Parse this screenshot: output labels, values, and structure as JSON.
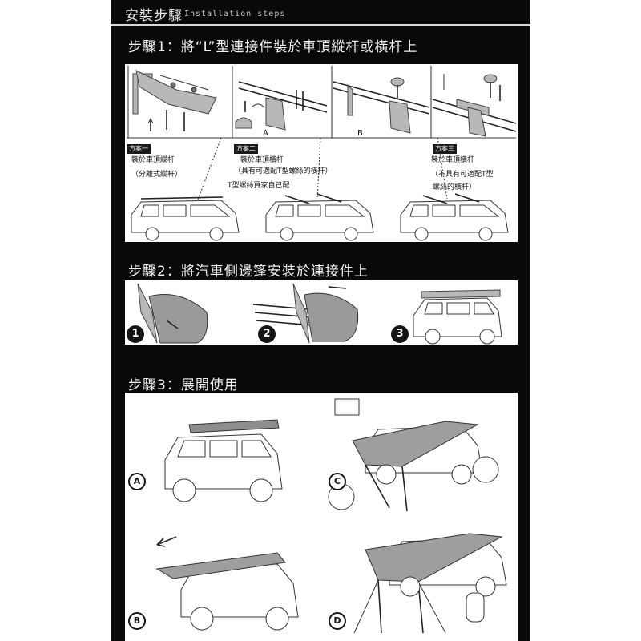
{
  "header": {
    "title": "安裝步驟",
    "subtitle": "Installation steps"
  },
  "step1": {
    "title": "步驟1：將“L”型連接件裝於車頂縱杆或橫杆上",
    "labels": {
      "A": "A",
      "B": "B"
    },
    "option1": {
      "tag": "方案一",
      "line1": "裝於車頂縱杆",
      "line2": "（分離式縱杆）"
    },
    "option2": {
      "tag": "方案二",
      "line1": "裝於車頂橫杆",
      "line2": "（具有可適配T型螺絲的橫杆）",
      "note": "T型螺絲買家自己配"
    },
    "option3": {
      "tag": "方案三",
      "line1": "裝於車頂橫杆",
      "line2": "（不具有可適配T型",
      "line3": "螺絲的橫杆）"
    }
  },
  "step2": {
    "title": "步驟2：將汽車側邊篷安裝於連接件上",
    "badges": [
      "1",
      "2",
      "3"
    ]
  },
  "step3": {
    "title": "步驟3：展開使用",
    "badges": [
      "A",
      "B",
      "C",
      "D"
    ]
  }
}
